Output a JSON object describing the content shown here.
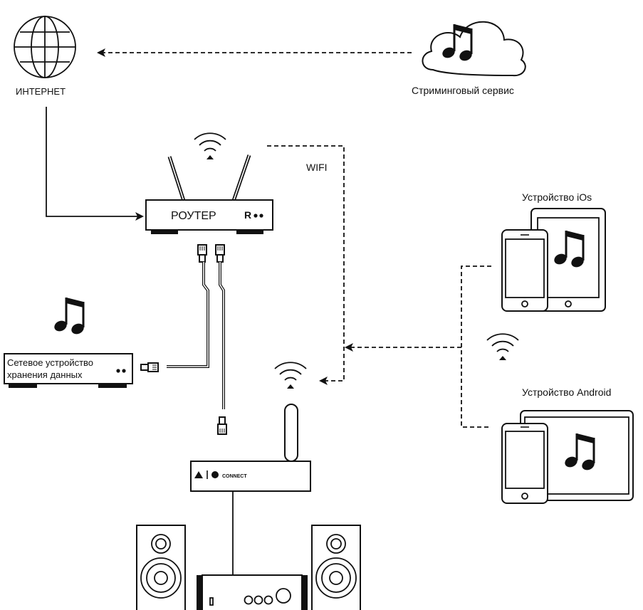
{
  "labels": {
    "internet": "ИНТЕРНЕТ",
    "streaming": "Стриминговый сервис",
    "router": "РОУТЕР",
    "wifi": "WIFI",
    "ios": "Устройство iOs",
    "android": "Устройство Android",
    "nas_line1": "Сетевое устройство",
    "nas_line2": "хранения данных",
    "connect": "CONNECT"
  },
  "icons": {
    "internet": "globe-icon",
    "streaming": "cloud-music-icon",
    "router": "router-icon",
    "wifi": "wifi-icon",
    "ios": "phone-tablet-icon",
    "android": "phone-tablet-icon",
    "nas": "storage-device-icon",
    "streamer": "streamer-device-icon",
    "speakers": "speaker-icon",
    "amplifier": "amplifier-icon"
  },
  "colors": {
    "stroke": "#111111",
    "background": "#ffffff"
  }
}
